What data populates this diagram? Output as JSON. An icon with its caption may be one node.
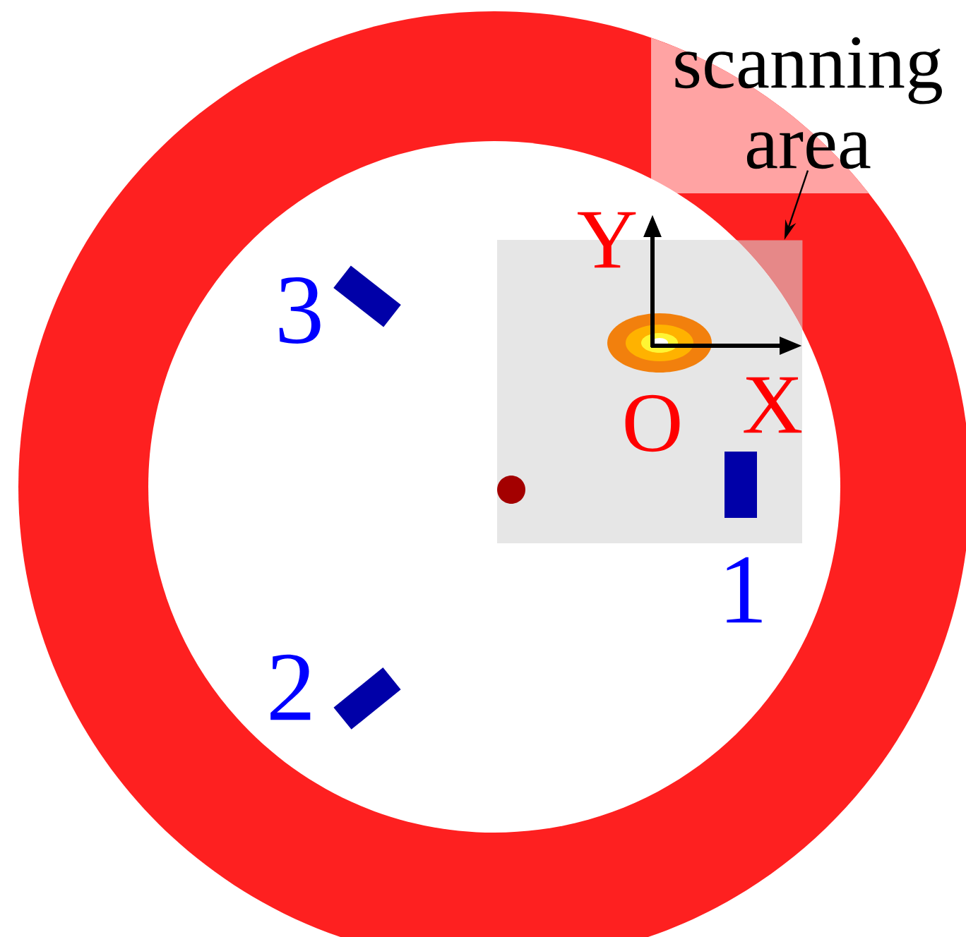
{
  "diagram": {
    "nodes": [
      {
        "text": [
          "scanning area"
        ]
      },
      {
        "text": [],
        "shape": "box"
      }
    ],
    "edges": [
      {
        "from": 0,
        "to": 1,
        "arrow": "to"
      }
    ],
    "labels": [
      "Y",
      "X",
      "O",
      "3",
      "1",
      "2"
    ]
  }
}
